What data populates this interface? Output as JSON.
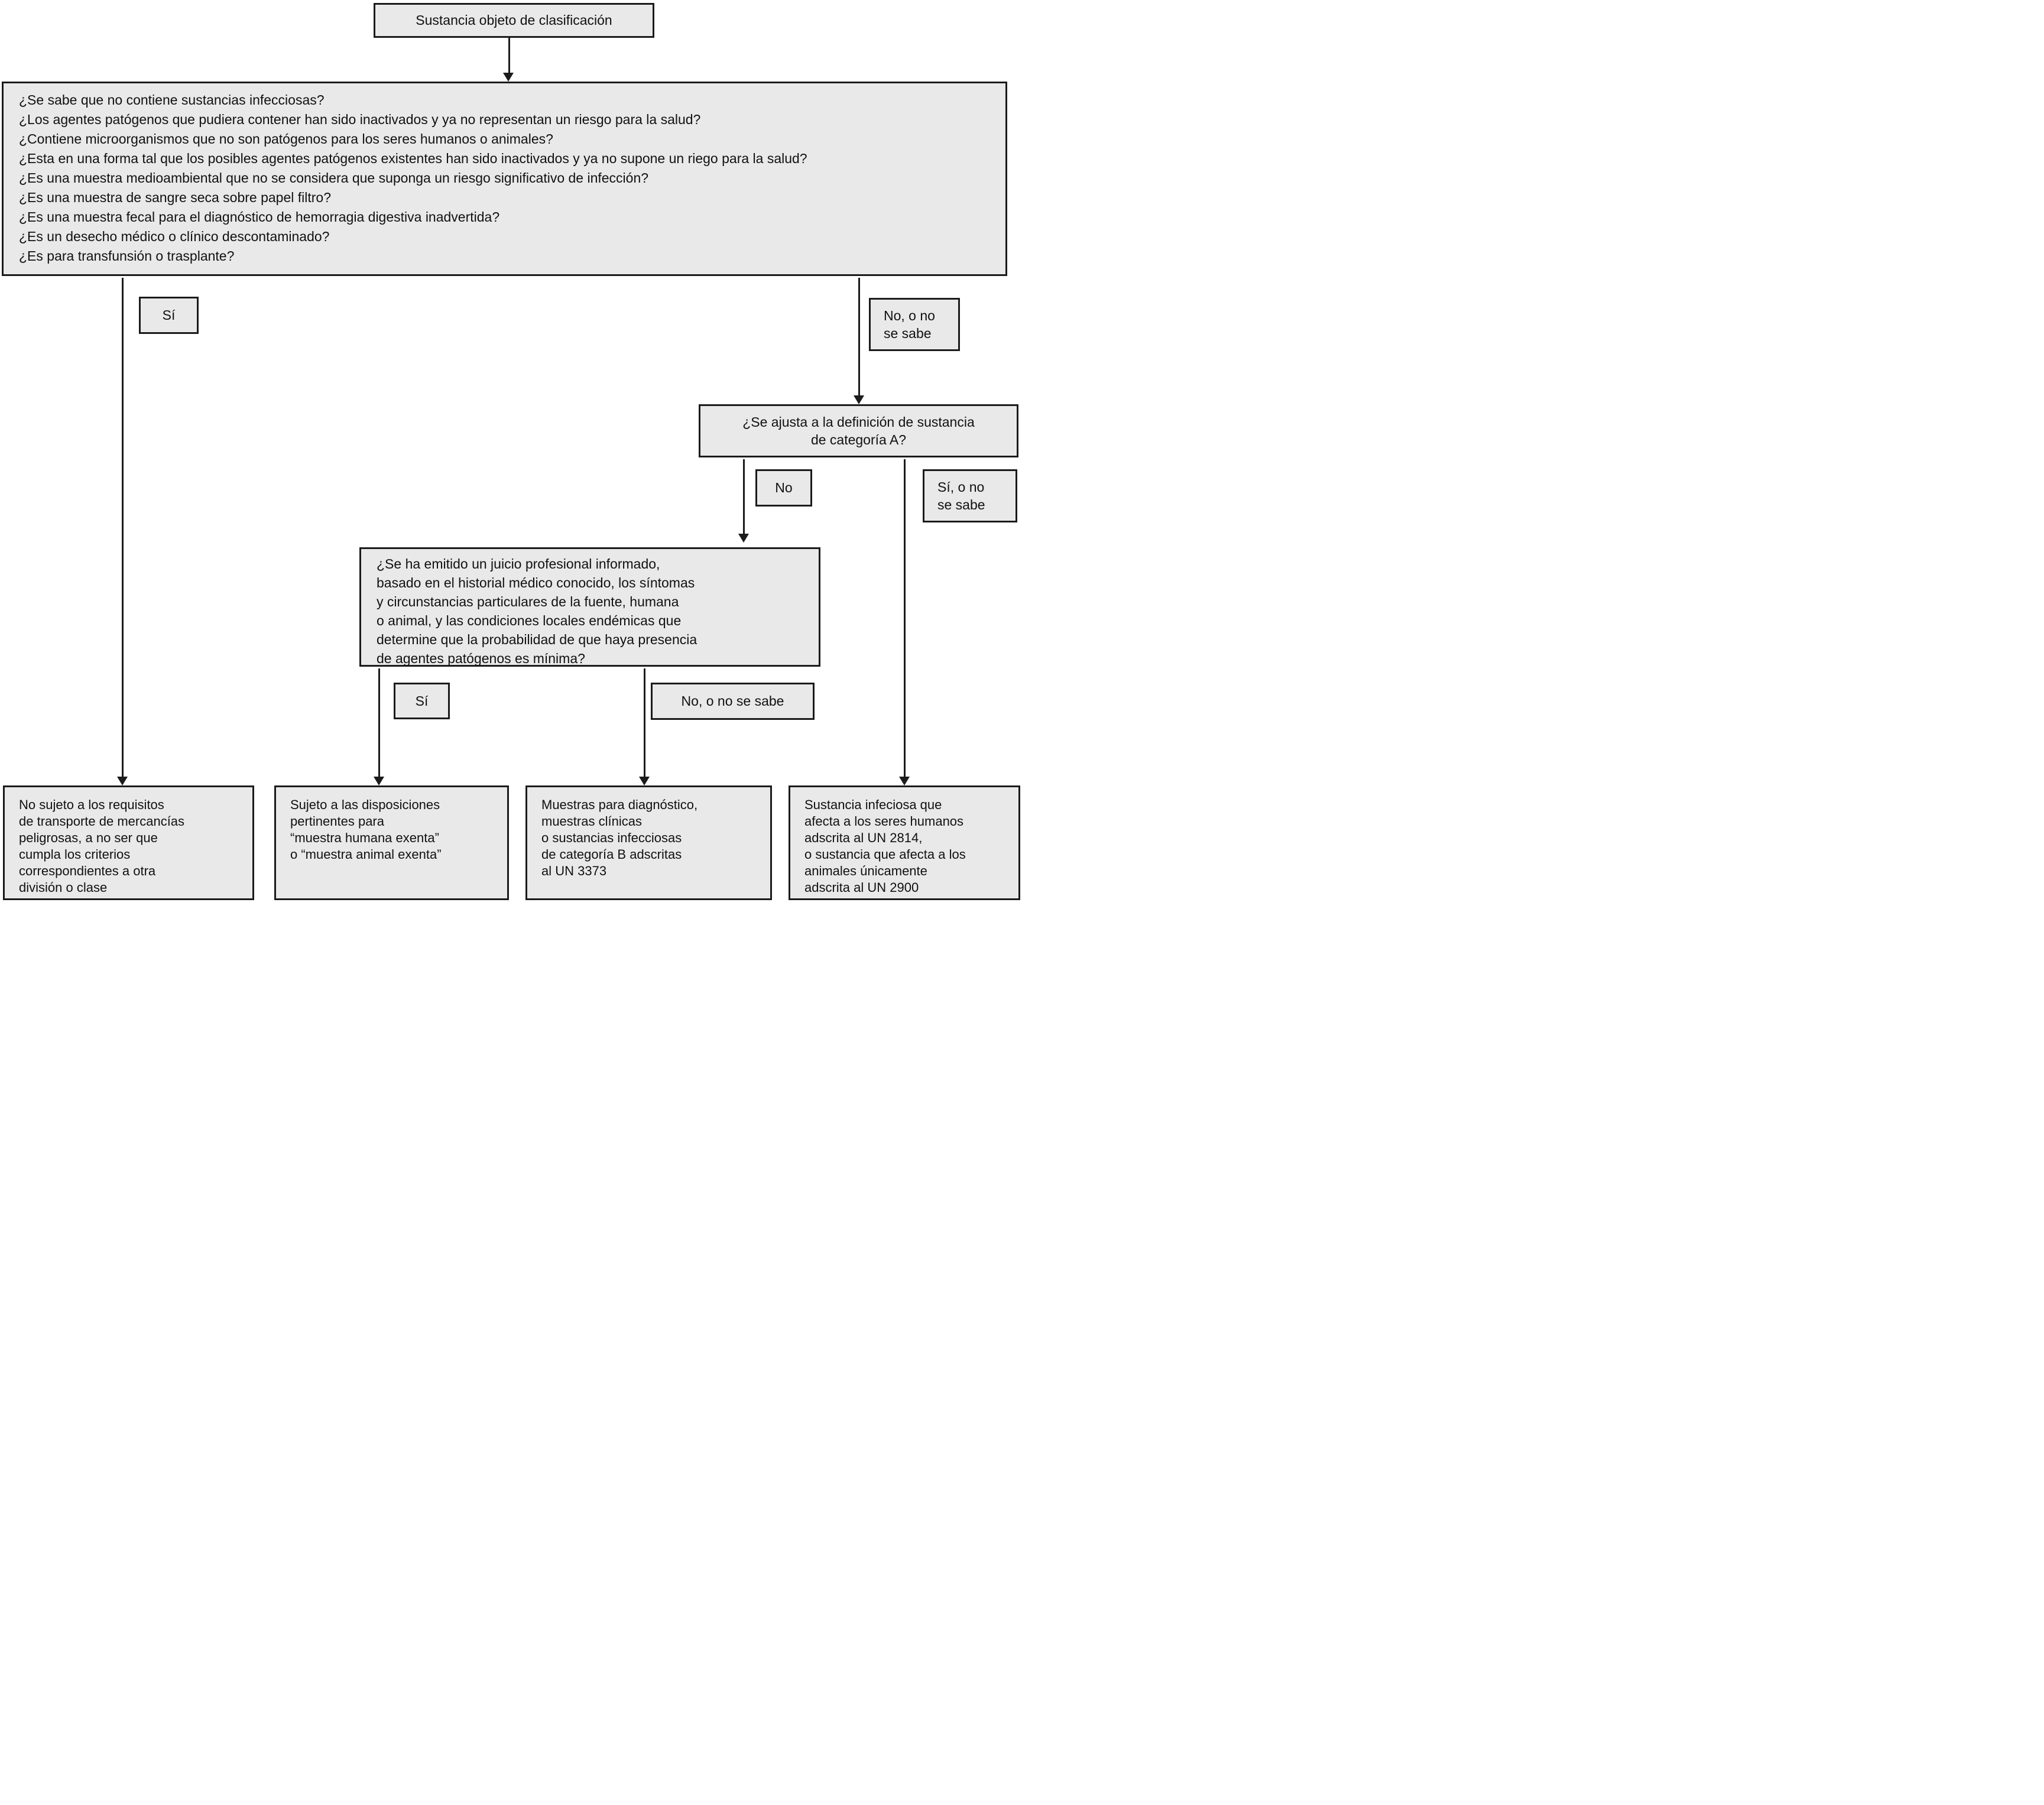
{
  "diagram": {
    "colors": {
      "box_fill": "#e9e9e9",
      "box_border": "#1b1b1b",
      "arrow": "#1b1b1b"
    },
    "nodes": {
      "start": {
        "text": "Sustancia objeto de clasificación"
      },
      "exemption_questions": {
        "lines": [
          "¿Se sabe que no contiene sustancias infecciosas?",
          "¿Los agentes patógenos que pudiera contener han sido inactivados y ya no representan un riesgo para la salud?",
          "¿Contiene microorganismos que no son patógenos para los seres humanos o animales?",
          "¿Esta en una forma tal que los posibles agentes patógenos existentes han sido inactivados y ya no supone un riego para la salud?",
          "¿Es una muestra medioambiental que no se considera que suponga un riesgo significativo de infección?",
          "¿Es una muestra de sangre seca sobre papel filtro?",
          "¿Es una muestra fecal para el diagnóstico de hemorragia digestiva inadvertida?",
          "¿Es un desecho médico o clínico descontaminado?",
          "¿Es para transfunsión o trasplante?"
        ]
      },
      "label_si_1": {
        "text": "Sí"
      },
      "label_no_nose_1": {
        "lines": [
          "No, o no",
          "se sabe"
        ]
      },
      "category_a_question": {
        "lines": [
          "¿Se ajusta a la definición de sustancia",
          "de categoría A?"
        ]
      },
      "label_no": {
        "text": "No"
      },
      "label_si_nose": {
        "lines": [
          "Sí, o no",
          "se sabe"
        ]
      },
      "professional_judgement": {
        "lines": [
          "¿Se ha emitido un juicio profesional informado,",
          "basado en el historial médico conocido, los síntomas",
          "y circunstancias particulares de la fuente, humana",
          "o animal, y las condiciones locales endémicas que",
          "determine que la probabilidad de que haya presencia",
          "de agentes patógenos es mínima?"
        ]
      },
      "label_si_2": {
        "text": "Sí"
      },
      "label_no_nose_2": {
        "text": "No, o no se sabe"
      },
      "outcome_not_subject": {
        "lines": [
          "No sujeto a los requisitos",
          "de transporte de mercancías",
          "peligrosas, a no ser que",
          "cumpla los criterios",
          "correspondientes a otra",
          "división o clase"
        ]
      },
      "outcome_exempt": {
        "lines": [
          "Sujeto a las disposiciones",
          "pertinentes para",
          "“muestra humana exenta”",
          "o “muestra animal exenta”"
        ]
      },
      "outcome_category_b": {
        "lines": [
          "Muestras para diagnóstico,",
          "muestras clínicas",
          "o sustancias infecciosas",
          "de categoría B adscritas",
          "al UN 3373"
        ]
      },
      "outcome_category_a": {
        "lines": [
          "Sustancia infeciosa que",
          "afecta a los seres humanos",
          "adscrita al UN 2814,",
          "o sustancia que afecta a los",
          "animales únicamente",
          "adscrita al UN 2900"
        ]
      }
    }
  }
}
